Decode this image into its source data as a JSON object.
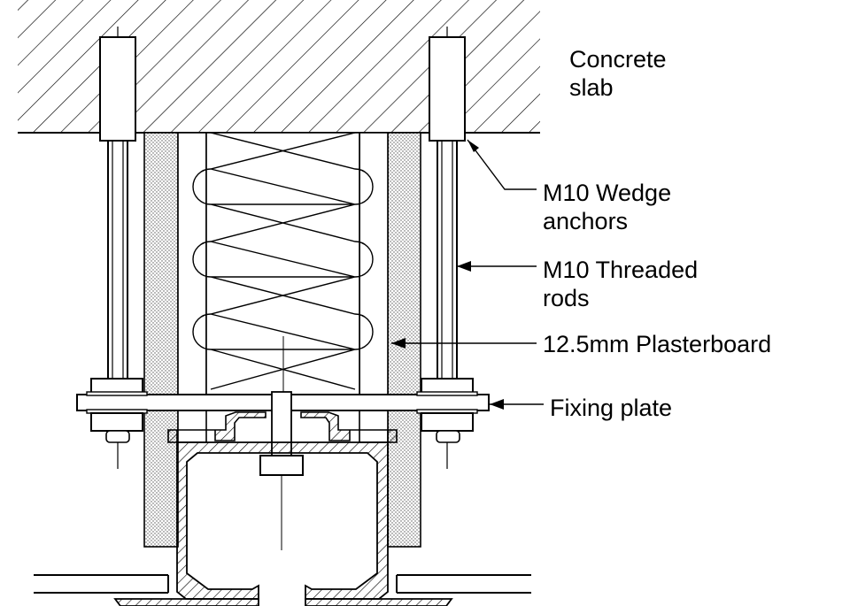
{
  "labels": {
    "concrete_slab": [
      "Concrete",
      "slab"
    ],
    "wedge_anchors": [
      "M10 Wedge",
      "anchors"
    ],
    "threaded_rods": [
      "M10 Threaded",
      "rods"
    ],
    "plasterboard": "12.5mm Plasterboard",
    "fixing_plate": "Fixing plate"
  },
  "colors": {
    "line": "#000000",
    "background": "#ffffff",
    "plasterboard_fill": "#dcdcdc"
  }
}
